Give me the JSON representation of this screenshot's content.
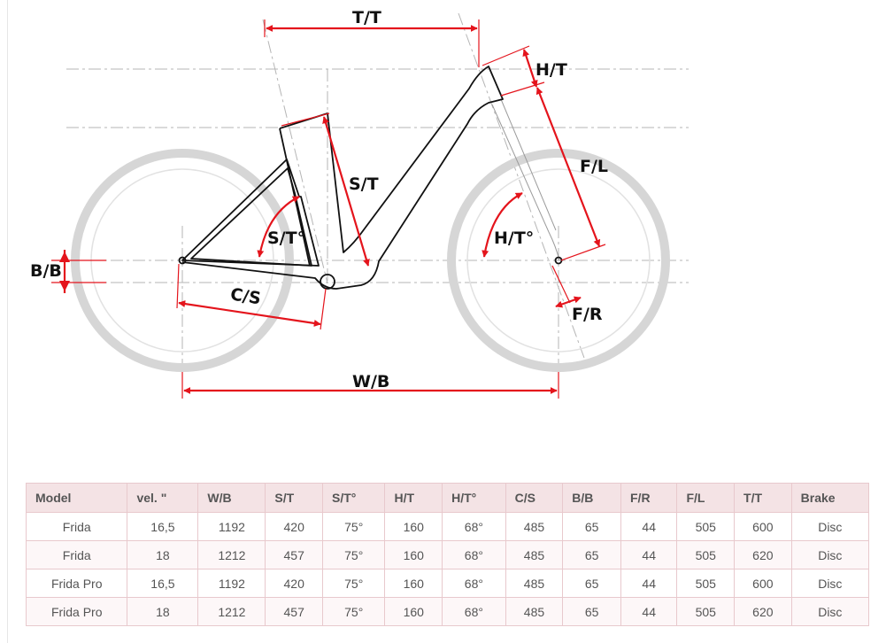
{
  "diagram": {
    "labels": {
      "tt": "T/T",
      "ht": "H/T",
      "fl": "F/L",
      "st": "S/T",
      "st_angle": "S/T°",
      "ht_angle": "H/T°",
      "bb": "B/B",
      "cs": "C/S",
      "fr": "F/R",
      "wb": "W/B"
    },
    "colors": {
      "dimension": "#e4141c",
      "frame": "#111111",
      "wheel": "#d6d6d6",
      "guide": "#b5b5b5"
    }
  },
  "table": {
    "headers": [
      "Model",
      "vel. \"",
      "W/B",
      "S/T",
      "S/T°",
      "H/T",
      "H/T°",
      "C/S",
      "B/B",
      "F/R",
      "F/L",
      "T/T",
      "Brake"
    ],
    "rows": [
      [
        "Frida",
        "16,5",
        "1192",
        "420",
        "75°",
        "160",
        "68°",
        "485",
        "65",
        "44",
        "505",
        "600",
        "Disc"
      ],
      [
        "Frida",
        "18",
        "1212",
        "457",
        "75°",
        "160",
        "68°",
        "485",
        "65",
        "44",
        "505",
        "620",
        "Disc"
      ],
      [
        "Frida Pro",
        "16,5",
        "1192",
        "420",
        "75°",
        "160",
        "68°",
        "485",
        "65",
        "44",
        "505",
        "600",
        "Disc"
      ],
      [
        "Frida Pro",
        "18",
        "1212",
        "457",
        "75°",
        "160",
        "68°",
        "485",
        "65",
        "44",
        "505",
        "620",
        "Disc"
      ]
    ]
  }
}
